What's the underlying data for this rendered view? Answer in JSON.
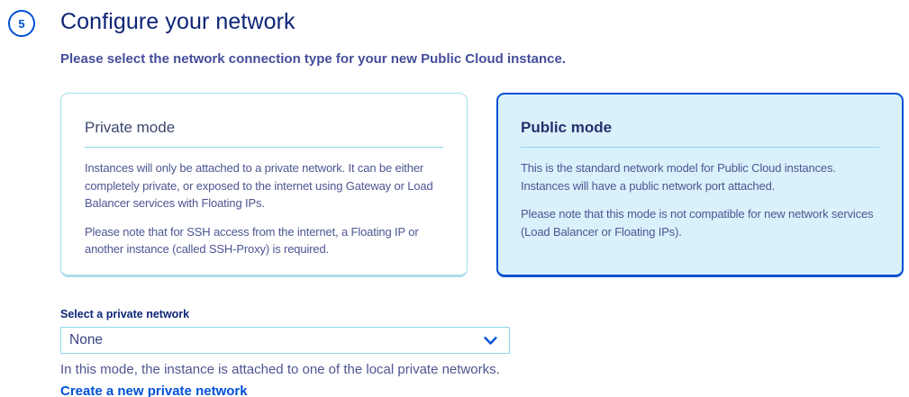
{
  "step": {
    "number": "5"
  },
  "header": {
    "title": "Configure your network",
    "subtitle": "Please select the network connection type for your new Public Cloud instance."
  },
  "modes": [
    {
      "id": "private",
      "title": "Private mode",
      "selected": false,
      "paragraphs": [
        "Instances will only be attached to a private network. It can be either completely private, or exposed to the internet using Gateway or Load Balancer services with Floating IPs.",
        "Please note that for SSH access from the internet, a Floating IP or another instance (called SSH-Proxy) is required."
      ]
    },
    {
      "id": "public",
      "title": "Public mode",
      "selected": true,
      "paragraphs": [
        "This is the standard network model for Public Cloud instances. Instances will have a public network port attached.",
        "Please note that this mode is not compatible for new network services (Load Balancer or Floating IPs)."
      ]
    }
  ],
  "private_network": {
    "label": "Select a private network",
    "selected_option": "None",
    "helper": "In this mode, the instance is attached to one of the local private networks.",
    "create_link": "Create a new private network"
  },
  "icons": {
    "chevron": "chevron-down-icon"
  },
  "colors": {
    "accent": "#0050d7",
    "heading": "#0e2577",
    "subtitle": "#434e9a",
    "body_text": "#4d5592",
    "card_title": "#3f466f",
    "selected_card_title": "#26306e",
    "card_border": "#a8dce9",
    "selected_card_border": "#0050d7",
    "selected_card_bg": "#d9f1fb",
    "divider": "#8fd5ea",
    "select_border": "#8fd5ea",
    "select_text": "#3b4584",
    "link": "#0050d7"
  }
}
